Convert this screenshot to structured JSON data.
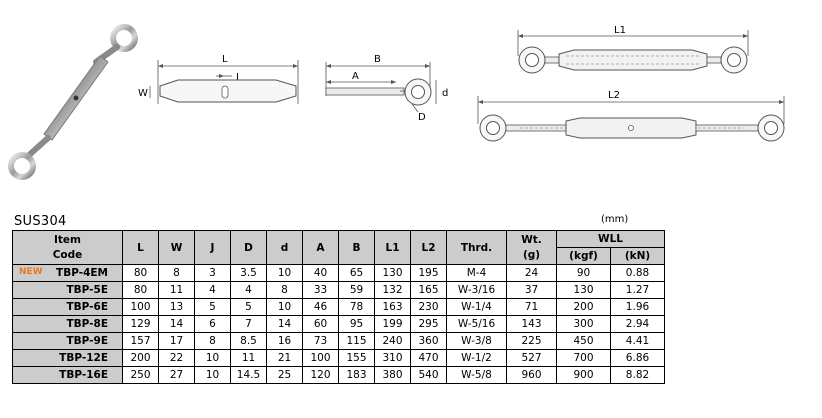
{
  "material_label": "SUS304",
  "unit_label": "(mm)",
  "dimension_labels": {
    "L": "L",
    "J": "J",
    "W": "W",
    "B": "B",
    "A": "A",
    "d": "d",
    "D": "D",
    "L1": "L1",
    "L2": "L2"
  },
  "table": {
    "headers": {
      "item_code": "Item\nCode",
      "L": "L",
      "W": "W",
      "J": "J",
      "D": "D",
      "d": "d",
      "A": "A",
      "B": "B",
      "L1": "L1",
      "L2": "L2",
      "thrd": "Thrd.",
      "wt": "Wt.\n(g)",
      "wll": "WLL",
      "kgf": "(kgf)",
      "kn": "(kN)"
    },
    "new_badge": "NEW",
    "rows": [
      {
        "code": "TBP-4EM",
        "new": true,
        "L": "80",
        "W": "8",
        "J": "3",
        "D": "3.5",
        "d": "10",
        "A": "40",
        "B": "65",
        "L1": "130",
        "L2": "195",
        "thrd": "M-4",
        "wt": "24",
        "kgf": "90",
        "kn": "0.88"
      },
      {
        "code": "TBP-5E",
        "new": false,
        "L": "80",
        "W": "11",
        "J": "4",
        "D": "4",
        "d": "8",
        "A": "33",
        "B": "59",
        "L1": "132",
        "L2": "165",
        "thrd": "W-3/16",
        "wt": "37",
        "kgf": "130",
        "kn": "1.27"
      },
      {
        "code": "TBP-6E",
        "new": false,
        "L": "100",
        "W": "13",
        "J": "5",
        "D": "5",
        "d": "10",
        "A": "46",
        "B": "78",
        "L1": "163",
        "L2": "230",
        "thrd": "W-1/4",
        "wt": "71",
        "kgf": "200",
        "kn": "1.96"
      },
      {
        "code": "TBP-8E",
        "new": false,
        "L": "129",
        "W": "14",
        "J": "6",
        "D": "7",
        "d": "14",
        "A": "60",
        "B": "95",
        "L1": "199",
        "L2": "295",
        "thrd": "W-5/16",
        "wt": "143",
        "kgf": "300",
        "kn": "2.94"
      },
      {
        "code": "TBP-9E",
        "new": false,
        "L": "157",
        "W": "17",
        "J": "8",
        "D": "8.5",
        "d": "16",
        "A": "73",
        "B": "115",
        "L1": "240",
        "L2": "360",
        "thrd": "W-3/8",
        "wt": "225",
        "kgf": "450",
        "kn": "4.41"
      },
      {
        "code": "TBP-12E",
        "new": false,
        "L": "200",
        "W": "22",
        "J": "10",
        "D": "11",
        "d": "21",
        "A": "100",
        "B": "155",
        "L1": "310",
        "L2": "470",
        "thrd": "W-1/2",
        "wt": "527",
        "kgf": "700",
        "kn": "6.86"
      },
      {
        "code": "TBP-16E",
        "new": false,
        "L": "250",
        "W": "27",
        "J": "10",
        "D": "14.5",
        "d": "25",
        "A": "120",
        "B": "183",
        "L1": "380",
        "L2": "540",
        "thrd": "W-5/8",
        "wt": "960",
        "kgf": "900",
        "kn": "8.82"
      }
    ]
  }
}
